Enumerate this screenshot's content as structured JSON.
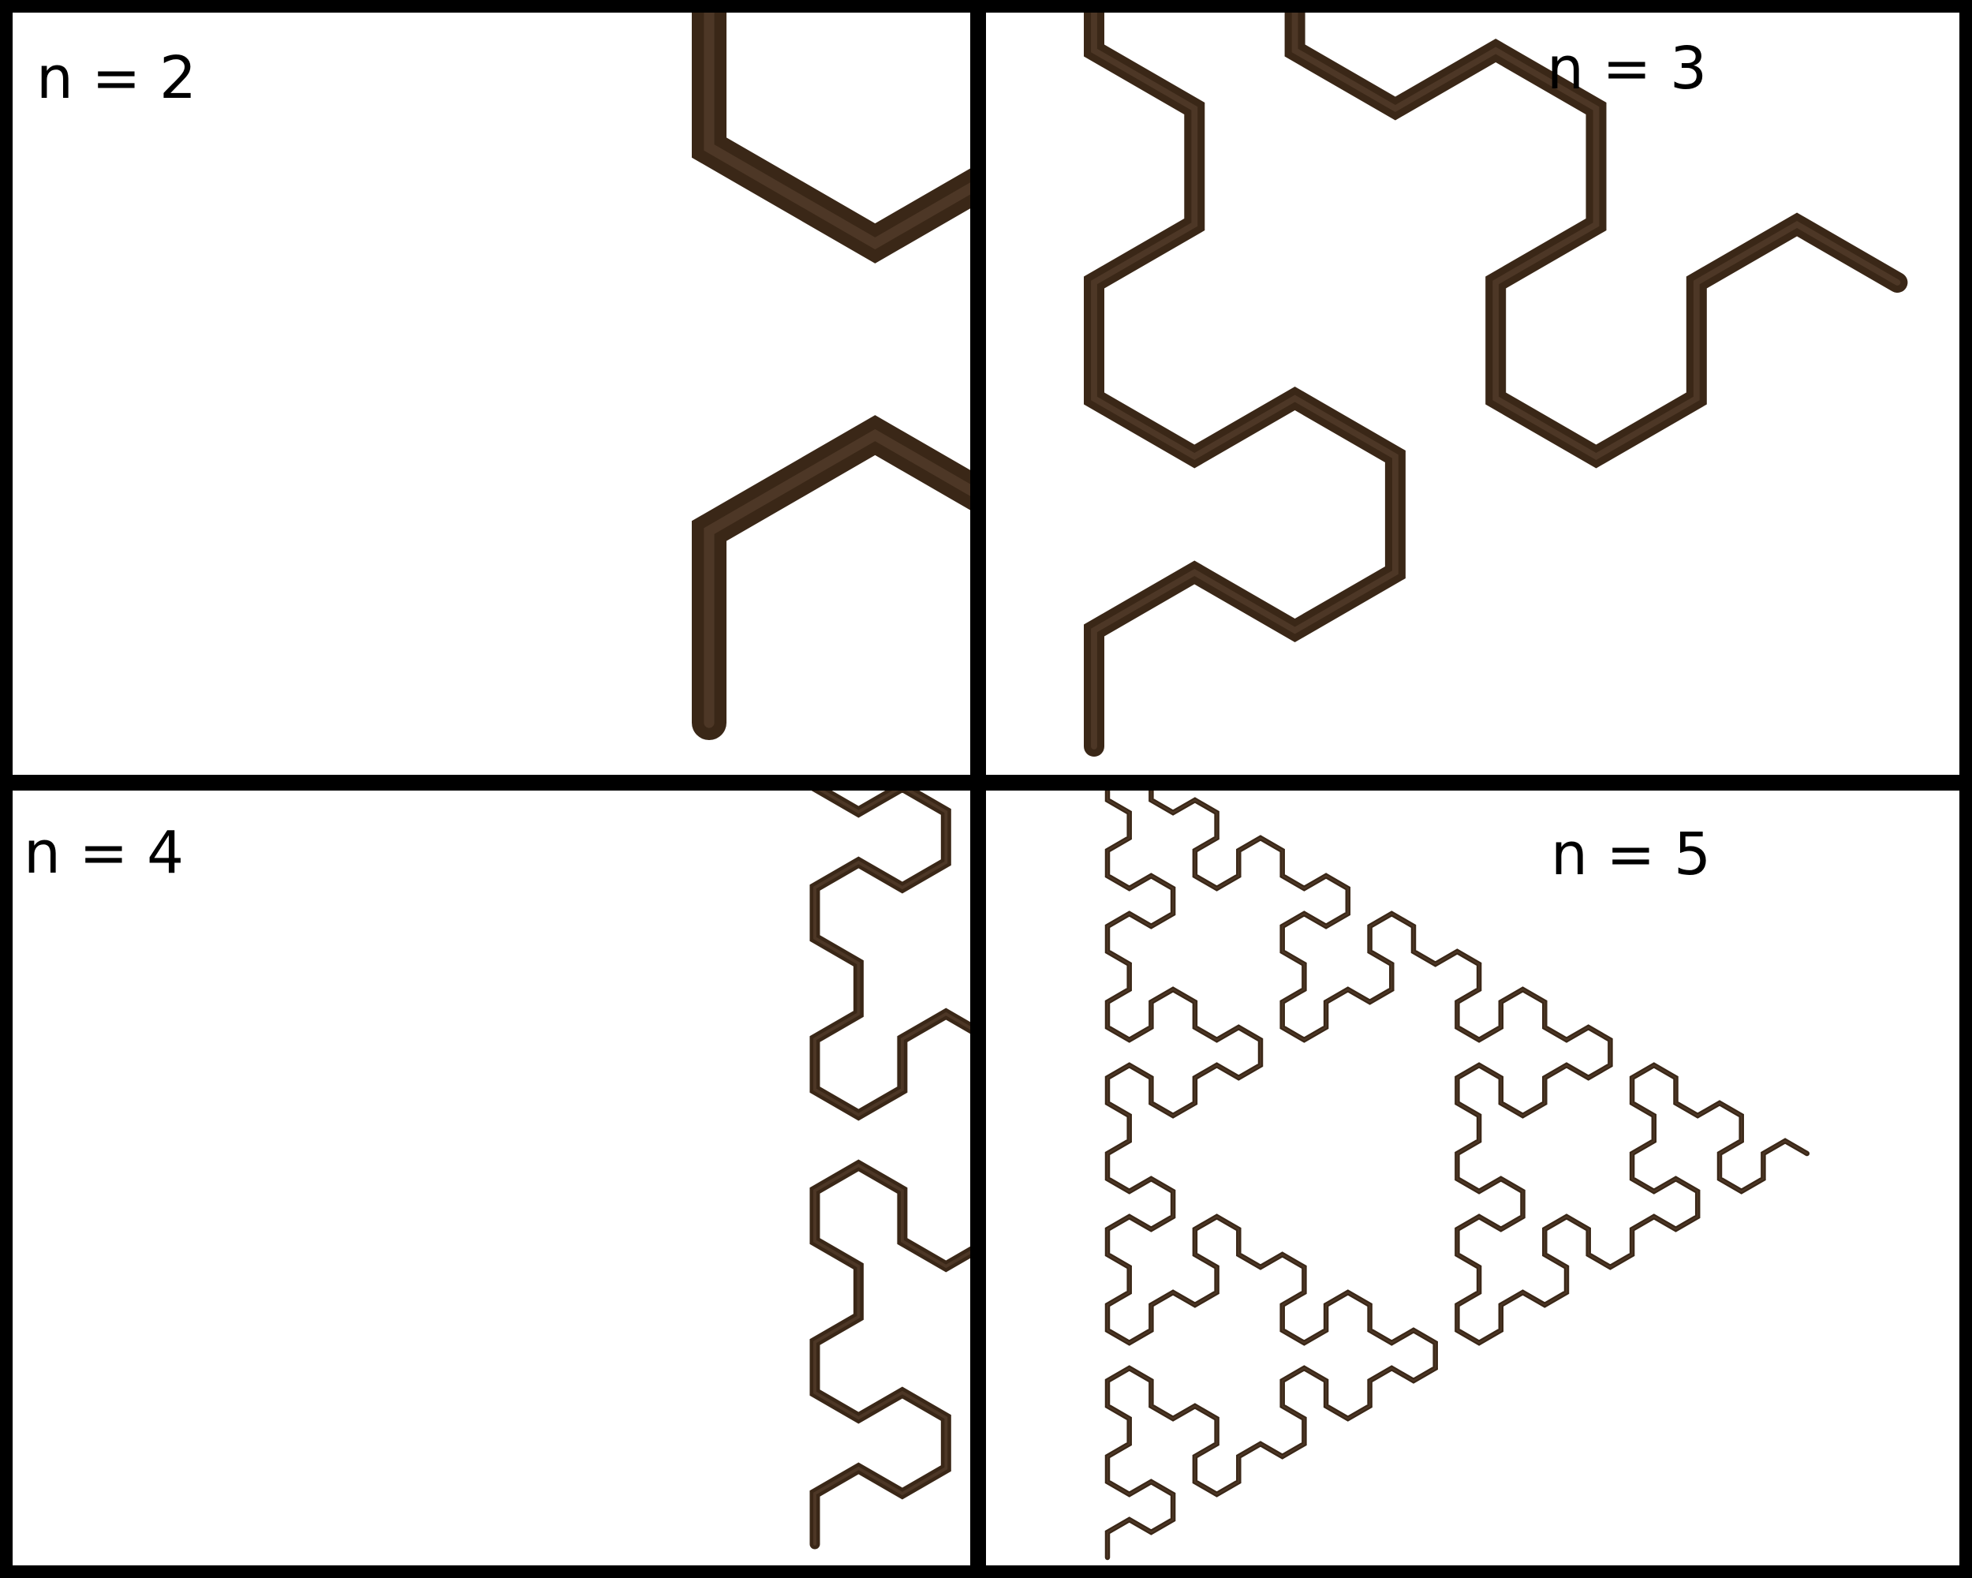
{
  "panels": [
    {
      "label": "n = 2",
      "order": 2
    },
    {
      "label": "n = 3",
      "order": 3
    },
    {
      "label": "n = 4",
      "order": 4
    },
    {
      "label": "n = 5",
      "order": 5
    }
  ],
  "colors": {
    "curve": "#3a2717",
    "curve_highlight": "#5a4330",
    "border": "#000000",
    "panel": "#ffffff"
  }
}
